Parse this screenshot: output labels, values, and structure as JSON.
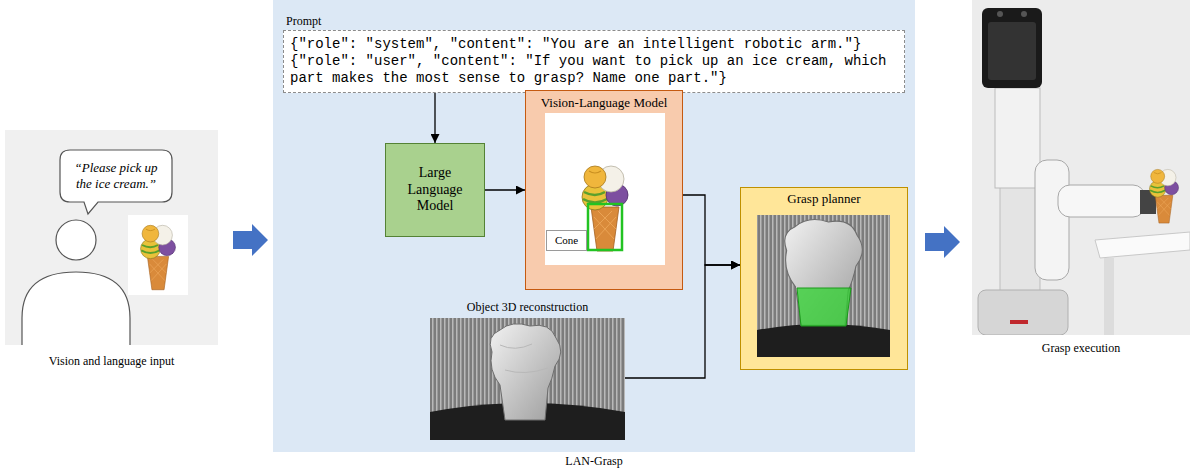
{
  "diagram": {
    "nodes": [
      {
        "text": [
          "Vision and language input"
        ]
      },
      {
        "text": [
          "“Please pick up the ice cream.”"
        ],
        "in": 0
      },
      {
        "text": [
          "LAN-Grasp"
        ]
      },
      {
        "text": [
          "Prompt",
          "{\"role\": \"system\", \"content\": \"You are an intelligent robotic arm.\"}",
          "{\"role\": \"user\", \"content\": \"If you want to pick up an ice cream, which part makes the most sense to grasp? Name one part.\"}"
        ],
        "in": 2
      },
      {
        "text": [
          "Large Language Model"
        ],
        "in": 2
      },
      {
        "text": [
          "Vision-Language Model"
        ],
        "in": 2
      },
      {
        "text": [
          "Cone"
        ],
        "in": 5
      },
      {
        "text": [
          "Object 3D reconstruction"
        ],
        "in": 2
      },
      {
        "text": [
          "Grasp planner"
        ],
        "in": 2
      },
      {
        "text": [
          "Grasp execution"
        ]
      }
    ],
    "edges": [
      {
        "from": 0,
        "to": 2,
        "arrow": "to"
      },
      {
        "from": 3,
        "to": 4,
        "arrow": "to"
      },
      {
        "from": 4,
        "to": 5,
        "arrow": "to"
      },
      {
        "from": 5,
        "to": 8,
        "arrow": "to"
      },
      {
        "from": 7,
        "to": 8,
        "arrow": "to"
      },
      {
        "from": 2,
        "to": 9,
        "arrow": "to"
      }
    ]
  }
}
